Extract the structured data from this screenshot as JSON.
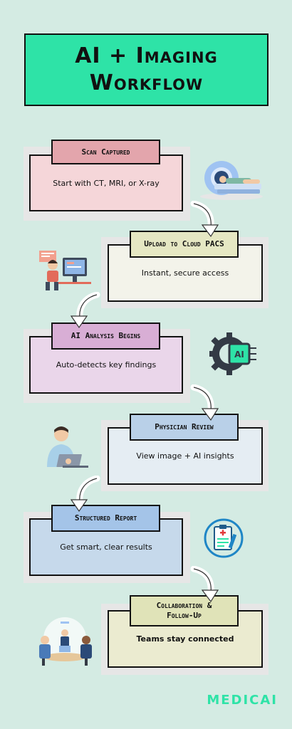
{
  "title": {
    "line1": "AI + Imaging",
    "line2": "Workflow"
  },
  "steps": [
    {
      "label": "Scan Captured",
      "text": "Start with CT, MRI, or X-ray",
      "card_color": "#f5d6d9",
      "label_color": "#e3a5ac"
    },
    {
      "label": "Upload to Cloud PACS",
      "text": "Instant, secure access",
      "card_color": "#f3f3ea",
      "label_color": "#e5e7c3"
    },
    {
      "label": "AI Analysis Begins",
      "text": "Auto-detects key findings",
      "card_color": "#ead6ea",
      "label_color": "#d8aed5"
    },
    {
      "label": "Physician Review",
      "text": "View image + AI insights",
      "card_color": "#e5edf3",
      "label_color": "#b9d0e8"
    },
    {
      "label": "Structured Report",
      "text": "Get smart, clear results",
      "card_color": "#c6d9eb",
      "label_color": "#a4c4e8"
    },
    {
      "label_line1": "Collaboration &",
      "label_line2": "Follow-Up",
      "text": "Teams stay connected",
      "card_color": "#ebebd0",
      "label_color": "#e0e3b8"
    }
  ],
  "illustrations": [
    "mri-scanner",
    "workstation-person",
    "ai-gear-chip",
    "physician-laptop",
    "medical-clipboard",
    "team-meeting"
  ],
  "brand": "MEDICAI",
  "colors": {
    "background": "#d4ebe3",
    "title_bg": "#2ee3a7",
    "brand": "#2ee3a7"
  }
}
